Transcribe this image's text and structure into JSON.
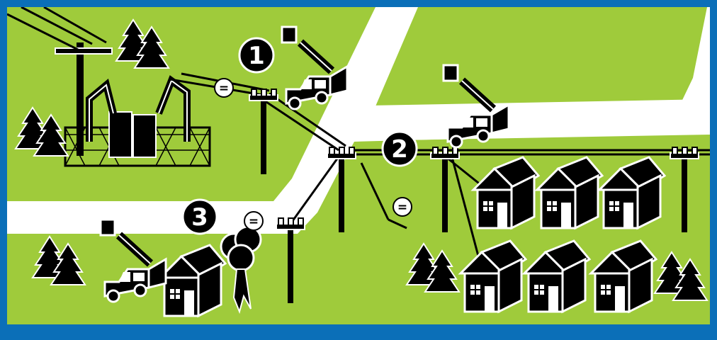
{
  "colors": {
    "frame": "#0b6fb8",
    "ground": "#9fcb3b",
    "road": "#ffffff",
    "ink": "#000000"
  },
  "scene": {
    "step_markers": [
      "1",
      "2",
      "3"
    ],
    "break_symbol": "=",
    "icons": [
      "substation-icon",
      "power-pole-icon",
      "bucket-truck-icon",
      "house-icon",
      "pine-tree-icon",
      "fallen-tree-icon",
      "broken-line-icon"
    ]
  }
}
